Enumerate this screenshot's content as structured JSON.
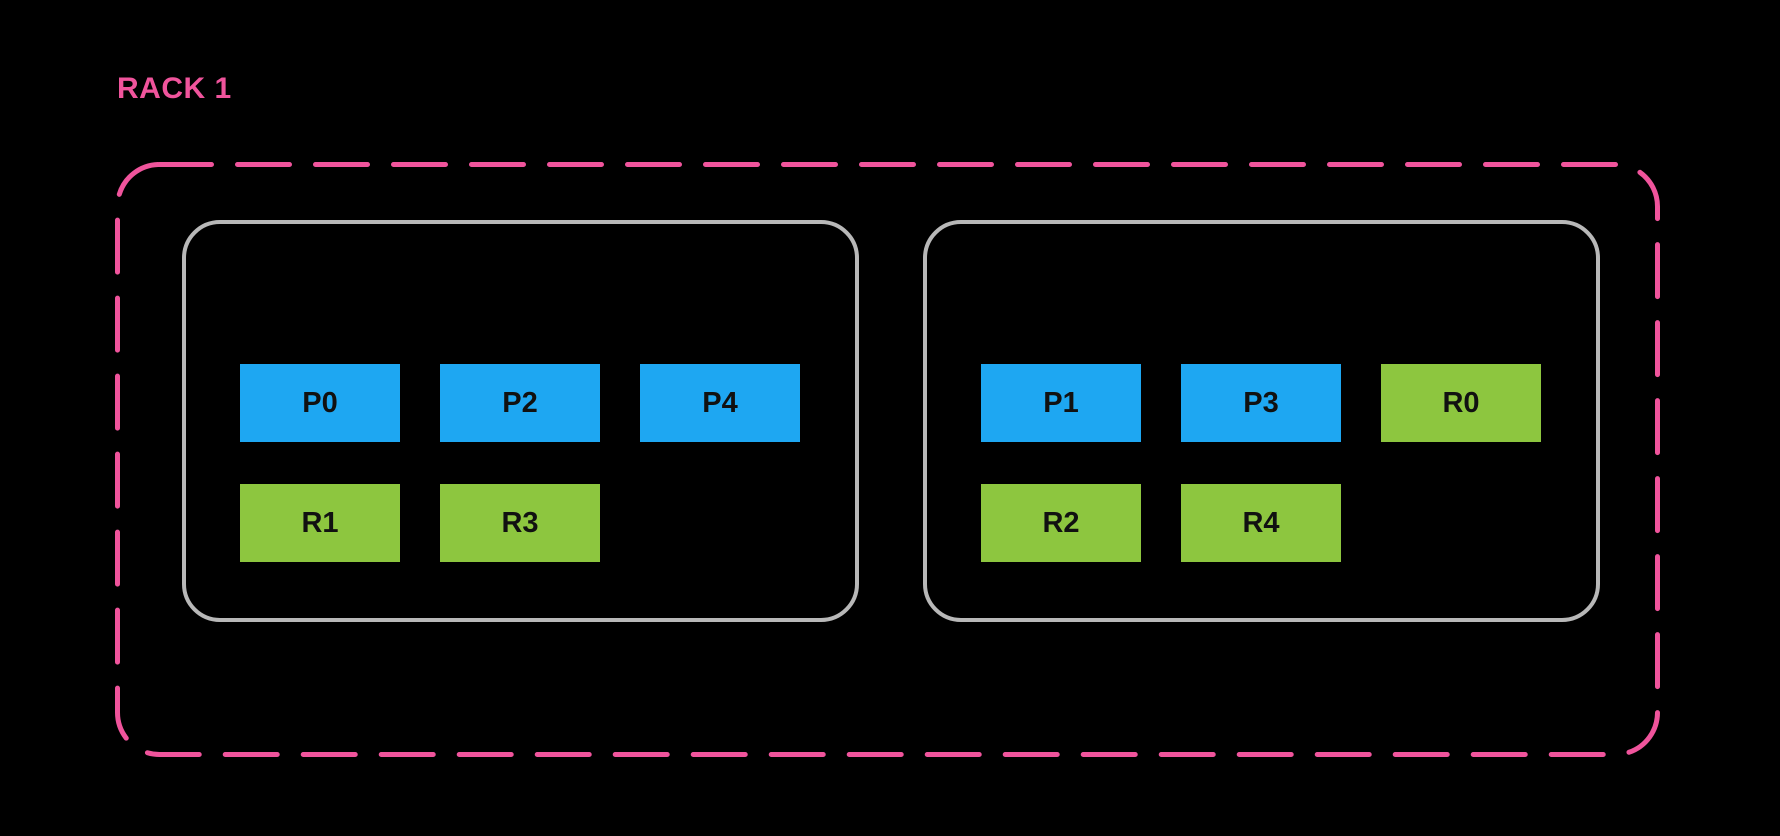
{
  "rack": {
    "label": "RACK 1",
    "nodes": [
      {
        "id": "node-1",
        "rows": [
          [
            {
              "label": "P0",
              "role": "primary"
            },
            {
              "label": "P2",
              "role": "primary"
            },
            {
              "label": "P4",
              "role": "primary"
            }
          ],
          [
            {
              "label": "R1",
              "role": "replica"
            },
            {
              "label": "R3",
              "role": "replica"
            }
          ]
        ]
      },
      {
        "id": "node-2",
        "rows": [
          [
            {
              "label": "P1",
              "role": "primary"
            },
            {
              "label": "P3",
              "role": "primary"
            },
            {
              "label": "R0",
              "role": "replica"
            }
          ],
          [
            {
              "label": "R2",
              "role": "replica"
            },
            {
              "label": "R4",
              "role": "replica"
            }
          ]
        ]
      }
    ]
  },
  "colors": {
    "background": "#000000",
    "rack_pink": "#F0549C",
    "node_border": "#B8B8B8",
    "primary_blue": "#1EA7F2",
    "replica_green": "#8DC63F",
    "shard_text": "#111111"
  }
}
